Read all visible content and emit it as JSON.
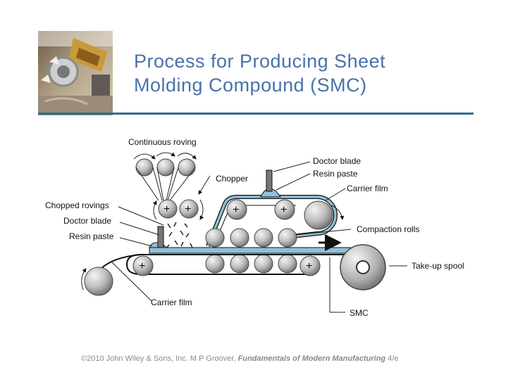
{
  "slide": {
    "title_line1": "Process for Producing Sheet",
    "title_line2": "Molding Compound (SMC)"
  },
  "diagram": {
    "labels": {
      "continuous_roving": "Continuous roving",
      "chopper": "Chopper",
      "doctor_blade_top": "Doctor blade",
      "resin_paste_top": "Resin paste",
      "carrier_film_top": "Carrier film",
      "chopped_rovings": "Chopped rovings",
      "doctor_blade_left": "Doctor blade",
      "resin_paste_left": "Resin paste",
      "compaction_rolls": "Compaction rolls",
      "take_up_spool": "Take-up spool",
      "carrier_film_bottom": "Carrier film",
      "smc": "SMC"
    }
  },
  "footer": {
    "copyright": "©2010 John Wiley & Sons, Inc.  M P Groover, ",
    "book_title": "Fundamentals of Modern Manufacturing",
    "edition": " 4/e"
  },
  "colors": {
    "title": "#4a72a8",
    "rule": "#2e6f8e",
    "film": "#8fc1d8",
    "roller_light": "#e6e6e6",
    "roller_dark": "#7a7a7a",
    "footer": "#8a8a8a"
  }
}
